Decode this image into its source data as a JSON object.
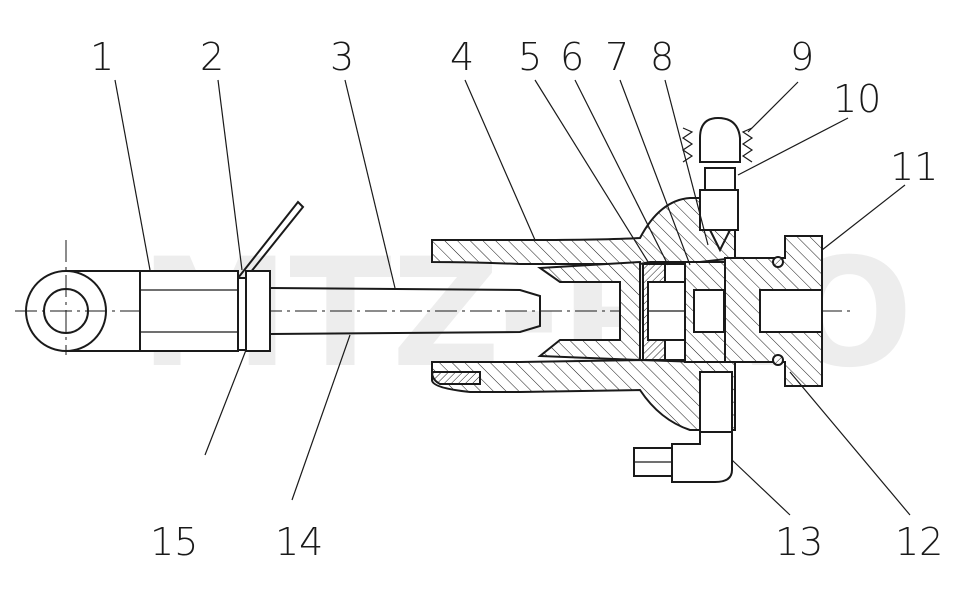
{
  "watermark": "MTZ-PRO",
  "callouts": {
    "c1": "1",
    "c2": "2",
    "c3": "3",
    "c4": "4",
    "c5": "5",
    "c6": "6",
    "c7": "7",
    "c8": "8",
    "c9": "9",
    "c10": "10",
    "c11": "11",
    "c12": "12",
    "c13": "13",
    "c14": "14",
    "c15": "15"
  }
}
